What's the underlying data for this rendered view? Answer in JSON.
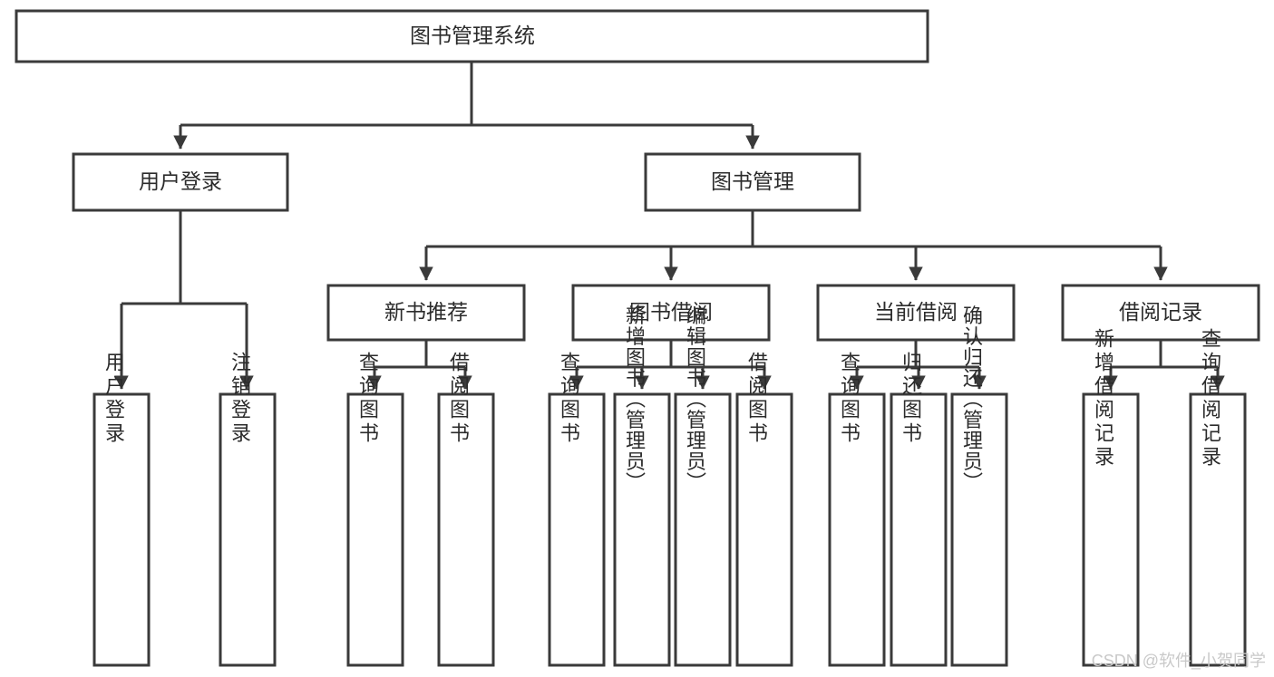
{
  "diagram": {
    "title": "图书管理系统",
    "type": "hierarchy-tree",
    "orientation": "top-down",
    "colors": {
      "stroke": "#3a3a3a",
      "fill": "#ffffff",
      "text": "#2b2b2b",
      "watermark": "#c9c9c9"
    },
    "root": {
      "label": "图书管理系统"
    },
    "level2": [
      {
        "label": "用户登录"
      },
      {
        "label": "图书管理"
      }
    ],
    "level3": [
      {
        "label": "新书推荐"
      },
      {
        "label": "图书借阅"
      },
      {
        "label": "当前借阅"
      },
      {
        "label": "借阅记录"
      }
    ],
    "leaves": [
      {
        "label": "用户登录",
        "parent": "用户登录"
      },
      {
        "label": "注销登录",
        "parent": "用户登录"
      },
      {
        "label": "查询图书",
        "parent": "新书推荐"
      },
      {
        "label": "借阅图书",
        "parent": "新书推荐"
      },
      {
        "label": "查询图书",
        "parent": "图书借阅"
      },
      {
        "label": "新增图书（管理员）",
        "parent": "图书借阅"
      },
      {
        "label": "编辑图书（管理员）",
        "parent": "图书借阅"
      },
      {
        "label": "借阅图书",
        "parent": "图书借阅"
      },
      {
        "label": "查询图书",
        "parent": "当前借阅"
      },
      {
        "label": "归还图书",
        "parent": "当前借阅"
      },
      {
        "label": "确认归还（管理员）",
        "parent": "当前借阅"
      },
      {
        "label": "新增借阅记录",
        "parent": "借阅记录"
      },
      {
        "label": "查询借阅记录",
        "parent": "借阅记录"
      }
    ]
  },
  "watermark": {
    "text": "CSDN @软件_小贺同学"
  }
}
